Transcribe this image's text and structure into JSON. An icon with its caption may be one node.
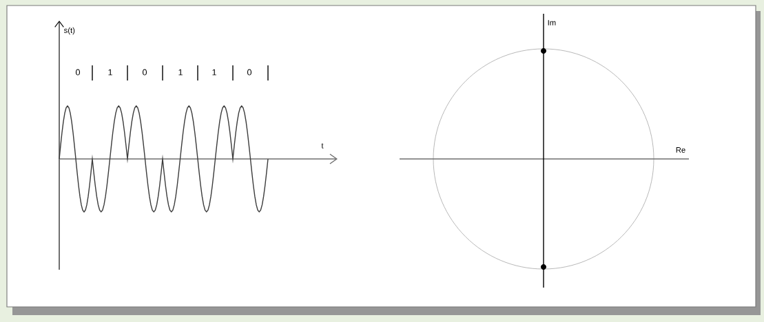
{
  "diagram": {
    "labels": [
      "s(t)",
      "0",
      "1",
      "0",
      "1",
      "1",
      "0",
      "t",
      "Im",
      "Re"
    ]
  }
}
